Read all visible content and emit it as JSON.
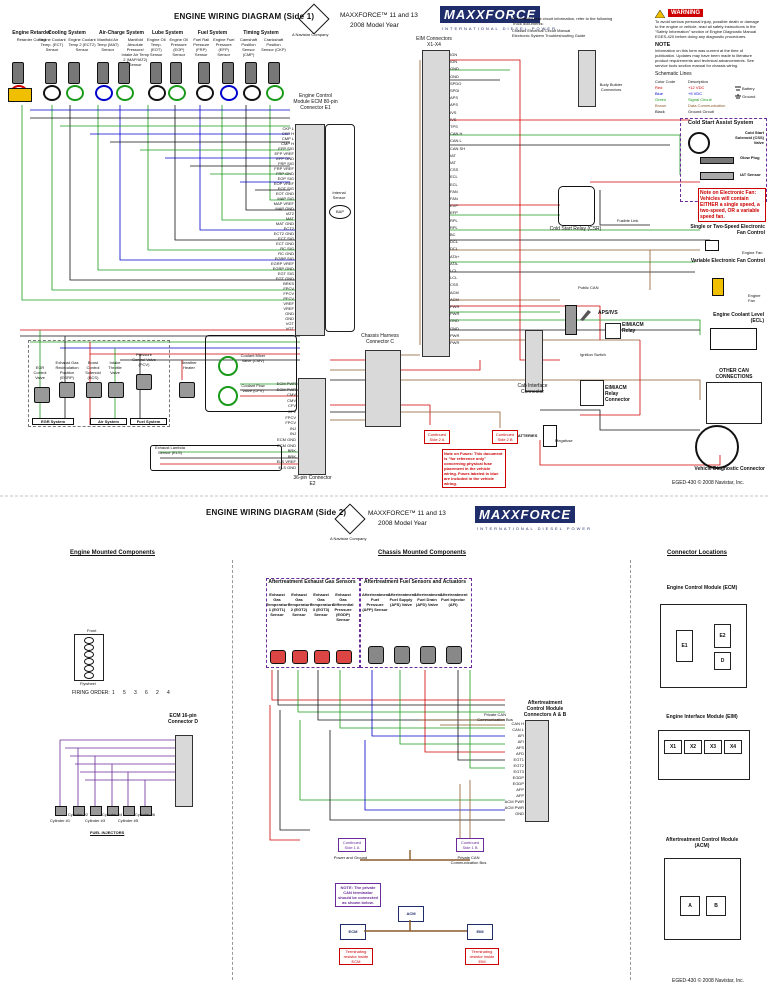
{
  "sheet1": {
    "title": "ENGINE WIRING DIAGRAM (Side 1)",
    "model": "MAXXFORCE™ 11 and 13",
    "year": "2008 Model Year",
    "company": "A Navistar Company",
    "brand": "MAXXFORCE",
    "brand_sub": "INTERNATIONAL DIESEL POWER",
    "info_text": "For detailed task circuit information, refer to the following Truck documents:",
    "info_items": [
      "Chassis Electrical Circuit Manual",
      "Electronic System Troubleshooting Guide"
    ],
    "warning_label": "WARNING",
    "warning_text": "To avoid serious personal injury, possible death or damage to the engine or vehicle, read all safety instructions in the \"Safety Information\" section of Engine Diagnostic Manual EGES-420 before doing any diagnostic procedures.",
    "note_label": "NOTE",
    "note_text": "Information on this form was current at the time of publication. Updates may have been made to literature product requirements and technical advancements. See service tools section manual for chassis wiring.",
    "legend_title": "Schematic Lines",
    "legend_cols": [
      "Color Code",
      "Description"
    ],
    "legend_rows": [
      {
        "code": "Red",
        "desc": "+12 VDC",
        "color": "#d00000"
      },
      {
        "code": "Blue",
        "desc": "+5 VDC",
        "color": "#0000cc"
      },
      {
        "code": "Green",
        "desc": "Signal Circuit",
        "color": "#1a9a1a"
      },
      {
        "code": "Brown",
        "desc": "Data Communication",
        "color": "#8a5a2a"
      },
      {
        "code": "Black",
        "desc": "Ground Circuit",
        "color": "#111111"
      }
    ],
    "legend_battery": "Battery",
    "legend_ground": "Ground",
    "systems": [
      {
        "name": "Engine Retarder",
        "items": [
          "Retarder Control"
        ]
      },
      {
        "name": "Cooling System",
        "items": [
          "Engine Coolant Temp. (ECT) Sensor",
          "Engine Coolant Temp 2 (ECT2) Sensor"
        ]
      },
      {
        "name": "Air-Charge System",
        "items": [
          "Manifold Air Temp (MAT) Sensor",
          "Manifold Absolute Pressure/ Intake Air Temp 2 (MAP/IAT2) Sensor"
        ]
      },
      {
        "name": "Lube System",
        "items": [
          "Engine Oil Temp. (EOT) Sensor",
          "Engine Oil Pressure (EOP) Sensor"
        ]
      },
      {
        "name": "Fuel System",
        "items": [
          "Fuel Rail Pressure (FRP) Sensor",
          "Engine Fuel Pressure (EFP) Sensor"
        ]
      },
      {
        "name": "Timing System",
        "items": [
          "Camshaft Position Sensor (CMP)",
          "Crankshaft Position Sensor (CKP)"
        ]
      }
    ],
    "ecm_title": "Engine Control Module ECM 80-pin Connector E1",
    "internal_sensor": "Internal Sensor",
    "bap": "BAP",
    "ecm_pins": [
      "CKP L",
      "CKP H",
      "CMP L",
      "CMP H",
      "EFP SIG",
      "EFP VREF",
      "EFP GND",
      "FRP SIG",
      "FRP VREF",
      "FRP GND",
      "EOP SIG",
      "EOP VREF",
      "EOT SIG",
      "EOT GND",
      "MAP SIG",
      "MAP VREF",
      "MAP GND",
      "IAT2",
      "MAT",
      "MAT GND",
      "ECT2",
      "ECT2 GND",
      "ECT SIG",
      "ECT GND",
      "RC SIG",
      "RC GND",
      "EGRP SIG",
      "EGRP VREF",
      "EGRP GND",
      "EGT SIG",
      "EGT GND",
      "BRKS",
      "FPCV",
      "FPCV",
      "PFCV",
      "VREF",
      "VREF",
      "GND",
      "GND",
      "VGT",
      "VGT"
    ],
    "ecm_e2_title": "36-pin Connector E2",
    "ecm_e2_pins": [
      "ECM PWR",
      "ECM PWR",
      "CMV",
      "CMV",
      "CFV",
      "CFV",
      "FPCV",
      "FPCV",
      "INJ",
      "INJ",
      "ECM GND",
      "ECM GND",
      "BRK",
      "BRK",
      "ELS VREF",
      "ELS GND"
    ],
    "bottom_components": [
      "EGR Control Valve",
      "Exhaust Gas Recirculation Position (EGRP) Sensor",
      "Boost Control Solenoid (BCS)",
      "Intake Throttle Valve",
      "Pressure Control Valve (PCV)",
      "Breather Heater",
      "Coolant Mixer Valve (CMV)",
      "Coolant Flow Valve (CFV)",
      "Exhaust Lambda Sensor (ELS)"
    ],
    "bottom_systems": [
      "EGR System",
      "Air System",
      "Fuel System"
    ],
    "eim_title": "EIM Connectors X1-X4",
    "eim_pins": [
      "IGN",
      "IGN",
      "GND",
      "GND",
      "SPDO",
      "SPDI",
      "APS",
      "APS",
      "IVS",
      "IVS",
      "TPS",
      "CAN H",
      "CAN L",
      "CAN SH",
      "IAT",
      "IAT",
      "CSS",
      "ECL",
      "ECL",
      "FAN",
      "FAN",
      "EVP",
      "EFP",
      "RPL",
      "RPL",
      "BC",
      "DCL",
      "DCL",
      "ATA+",
      "ATA-",
      "LCL",
      "LCL",
      "CSS",
      "ACM",
      "ACM",
      "PWR",
      "PWR",
      "GND",
      "GND",
      "PWR",
      "PWR"
    ],
    "body_builder": "Body Builder Connectors",
    "chassis_harness": "Chassis Harness Connector C",
    "cab_interface": "Cab Interface Connector",
    "cold_start": "Cold Start Assist System",
    "css_valve": "Cold Start Solenoid (CSS) Valve",
    "glow_plug": "Glow Plug",
    "iat_sensor": "IAT Sensor",
    "csr_relay": "Cold Start Relay (CSR)",
    "fusible_link": "Fusible Link",
    "fan_note": "Note on Electronic Fan: Vehicles will contain EITHER a single speed, a two-speed, OR a variable speed fan.",
    "fan_single": "Single or Two-Speed Electronic Fan Control",
    "fan_variable": "Variable Electronic Fan Control",
    "coolant_level": "Engine Coolant Level (ECL)",
    "aps_ivs": "APS/IVS",
    "eim_acm_relay": "EIM/ACM Relay",
    "eim_acm_relay_conn": "EIM/ACM Relay Connector",
    "ignition_switch": "Ignition Switch",
    "other_can": "OTHER CAN CONNECTIONS",
    "diag_conn": "Vehicle Diagnostic Connector",
    "batteries": "BATTERIES",
    "megafuse": "Megafuse",
    "continued1": "Continued Side 2 A",
    "continued2": "Continued Side 2 B",
    "note_panel": "Note on Fuses: This document is \"for reference only\" concerning physical fuse placement in the vehicle wiring. Fuses labeled in blue are included in the vehicle wiring.",
    "engine_fan": "Engine Fan",
    "public_can": "Public CAN",
    "footer": "EGED-430 © 2008 Navistar, Inc."
  },
  "sheet2": {
    "title": "ENGINE WIRING DIAGRAM (Side 2)",
    "model": "MAXXFORCE™ 11 and 13",
    "year": "2008 Model Year",
    "company": "A Navistar Company",
    "sections": [
      "Engine Mounted Components",
      "Chassis Mounted Components",
      "Connector Locations"
    ],
    "firing_order_label": "FIRING ORDER:",
    "firing_order": [
      "1",
      "5",
      "3",
      "6",
      "2",
      "4"
    ],
    "front_label": "Front",
    "flywheel_label": "Flywheel",
    "ecm_d_title": "ECM 16-pin Connector D",
    "cylinders": [
      "Cylinder #1",
      "Cylinder #2",
      "Cylinder #3",
      "Cylinder #4",
      "Cylinder #5",
      "Cylinder #6"
    ],
    "fuel_injectors": "FUEL INJECTORS",
    "aft_exhaust_title": "Aftertreatment Exhaust Gas Sensors",
    "aft_exhaust": [
      "Exhaust Gas Temperature 1 (EGT1) Sensor",
      "Exhaust Gas Temperature 2 (EGT2) Sensor",
      "Exhaust Gas Temperature 3 (EGT3) Sensor",
      "Exhaust Gas Differential Pressure (EGDP) Sensor"
    ],
    "aft_fuel_title": "Aftertreatment Fuel Sensors and Actuators",
    "aft_fuel": [
      "Aftertreatment Fuel Pressure (AFP) Sensor",
      "Aftertreatment Fuel Supply (AFS) Valve",
      "Aftertreatment Fuel Drain (AFD) Valve",
      "Aftertreatment Fuel Injector (AFI)"
    ],
    "acm_conn_title": "Aftertreatment Control Module Connectors A & B",
    "acm_pins": [
      "CAN H",
      "CAN L",
      "AFI",
      "AFI",
      "AFS",
      "AFD",
      "EGT1",
      "EGT2",
      "EGT3",
      "EGDP",
      "EGDP",
      "AFP",
      "AFP",
      "ACM PWR",
      "ACM PWR",
      "GND"
    ],
    "private_can": "Private CAN Communication Bus",
    "cont_a": "Continued Side 1 A",
    "cont_a_sub": "Power and Ground",
    "cont_b": "Continued Side 1 B",
    "cont_b_sub": "Private CAN Communication Bus",
    "can_note": "NOTE: The private CAN terminator should be connected as shown below.",
    "can_ecm": "ECM",
    "can_acm": "ACM",
    "can_eim": "EIM",
    "term_left": "Terminating resistor inside ECM",
    "term_right": "Terminating resistor inside EIM",
    "loc_ecm": "Engine Control Module (ECM)",
    "loc_eim": "Engine Interface Module (EIM)",
    "loc_acm": "Aftertreatment Control Module (ACM)",
    "ecm_labels": [
      "E1",
      "E2",
      "D"
    ],
    "eim_labels": [
      "X1",
      "X2",
      "X3",
      "X4"
    ],
    "acm_labels": [
      "A",
      "B"
    ],
    "footer": "EGED-430 © 2008 Navistar, Inc."
  }
}
